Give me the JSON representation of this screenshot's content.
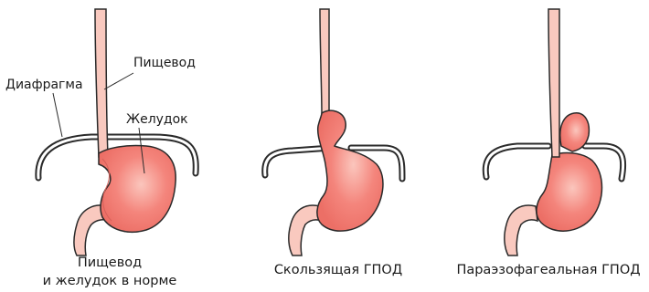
{
  "labels": {
    "diaphragm": "Диафрагма",
    "esophagus": "Пищевод",
    "stomach": "Желудок"
  },
  "captions": {
    "normal_line1": "Пищевод",
    "normal_line2": "и желудок в норме",
    "sliding": "Скользящая ГПОД",
    "paraesophageal": "Параэзофагеальная ГПОД"
  },
  "colors": {
    "stomach_fill": "#f4857c",
    "stomach_highlight": "#fbc6bd",
    "esophagus_fill": "#f9c9bf",
    "outline": "#2a2a2a"
  }
}
